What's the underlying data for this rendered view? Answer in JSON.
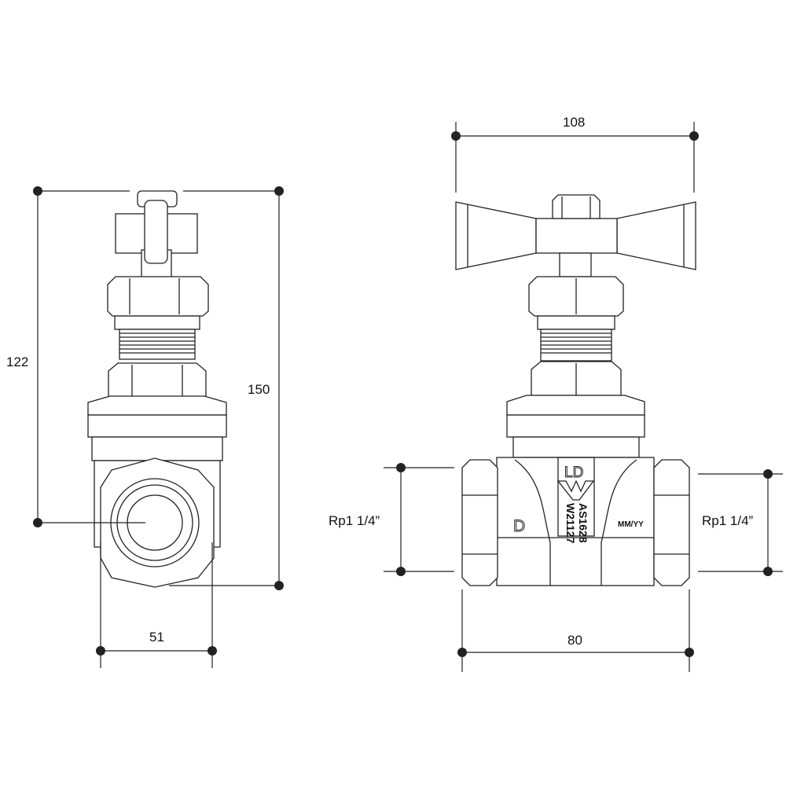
{
  "dimensions": {
    "side_height_to_center": "122",
    "side_total_height": "150",
    "side_width": "51",
    "handle_width": "108",
    "body_length": "80",
    "thread_left": "Rp1 1/4”",
    "thread_right": "Rp1 1/4”"
  },
  "markings": {
    "ld": "LD",
    "d": "D",
    "standard": "AS1628",
    "watermark": "W21127",
    "date": "MM/YY"
  }
}
